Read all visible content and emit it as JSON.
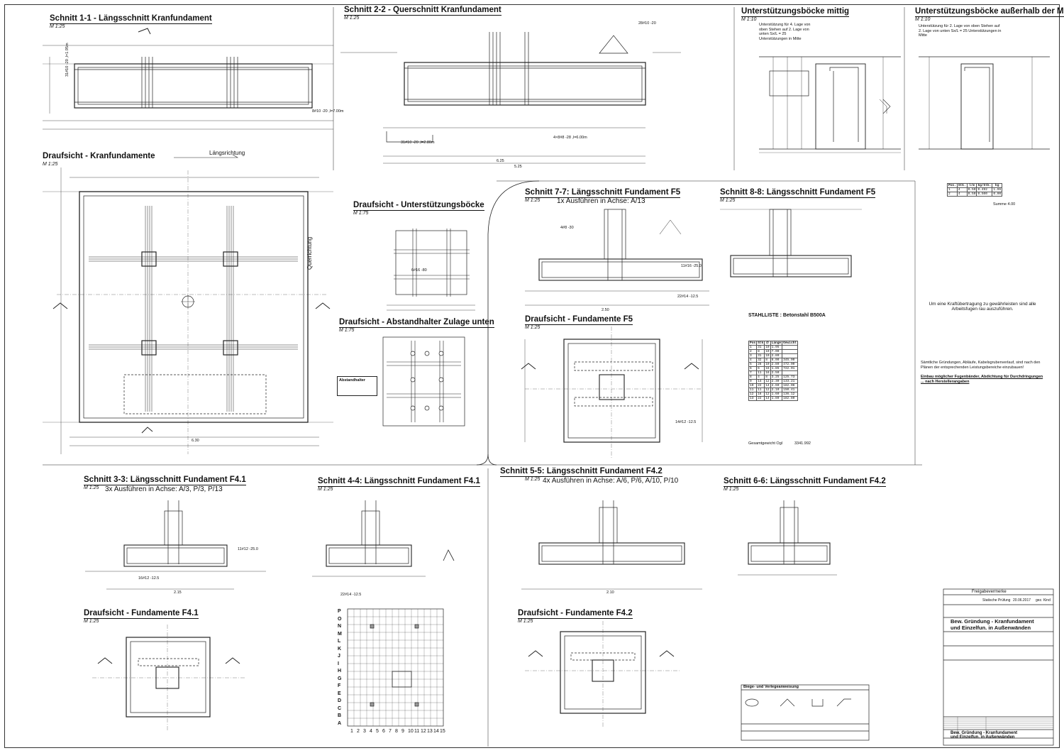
{
  "sections": {
    "s11": {
      "title": "Schnitt 1-1 - Längsschnitt Kranfundament",
      "scale": "M 1:25"
    },
    "s22": {
      "title": "Schnitt 2-2 - Querschnitt Kranfundament",
      "scale": "M 1:25"
    },
    "ub_mittig": {
      "title": "Unterstützungsböcke mittig",
      "scale": "M 1:10",
      "note": "Unterstützung für 4. Lage von oben Stehen auf 2. Lage von unten Sx/L = 25 Unterstützungen in Mitte"
    },
    "ub_ausserhalb": {
      "title": "Unterstützungsböcke außerhalb der Mitte",
      "scale": "M 1:10",
      "note": "Unterstützung für 2. Lage von oben Stehen auf 2. Lage von unten Sx/L = 25 Unterstützungen in Mitte"
    },
    "draufsicht_kran": {
      "title": "Draufsicht - Kranfundamente",
      "scale": "M 1:25",
      "laengsrichtung": "Längsrichtung",
      "querrichtung": "Querrichtung"
    },
    "draufsicht_ub": {
      "title": "Draufsicht - Unterstützungsböcke",
      "scale": "M 1:75"
    },
    "draufsicht_abst": {
      "title": "Draufsicht - Abstandhalter Zulage unten",
      "scale": "M 1:75"
    },
    "s77": {
      "title": "Schnitt 7-7: Längsschnitt Fundament F5",
      "scale": "M 1:25",
      "sub": "1x Ausführen in Achse:  A/13"
    },
    "s88": {
      "title": "Schnitt 8-8: Längsschnitt Fundament F5",
      "scale": "M 1:25"
    },
    "draufsicht_f5": {
      "title": "Draufsicht - Fundamente F5",
      "scale": "M 1:25"
    },
    "s33": {
      "title": "Schnitt 3-3: Längsschnitt Fundament F4.1",
      "scale": "M 1:25",
      "sub": "3x Ausführen in Achse:   A/3, P/3, P/13"
    },
    "s44": {
      "title": "Schnitt 4-4: Längsschnitt Fundament F4.1",
      "scale": "M 1:25"
    },
    "s55": {
      "title": "Schnitt 5-5: Längsschnitt Fundament F4.2",
      "scale": "M 1:25",
      "sub": "4x Ausführen in Achse:   A/6, P/6, A/10, P/10"
    },
    "s66": {
      "title": "Schnitt 6-6: Längsschnitt Fundament F4.2",
      "scale": "M 1:25"
    },
    "draufsicht_f41": {
      "title": "Draufsicht - Fundamente F4.1",
      "scale": "M 1:25"
    },
    "draufsicht_f42": {
      "title": "Draufsicht - Fundamente F4.2",
      "scale": "M 1:25"
    }
  },
  "labels": {
    "querrichtung_side": "Querrichtung",
    "stahlliste": "STAHLLISTE : Betonstahl B500A",
    "hinweis1": "Um eine Kraftübertragung zu gewährleisten sind alle Arbeitsfugen rau auszuführen.",
    "hinweis2": "Sämtliche Gründungen, Abläufe, Kabelsgrubenverlauf, sind nach den Plänen der entsprechenden Leistungsbereiche einzubauen!",
    "hinweis3": "Einbau möglicher Fugenbänder, Abdichtung für Durchdringungen ... nach Herstellerangaben",
    "biege": "Biege- und Verlegeanweisung",
    "abstandhalter": "Abstandhalter",
    "dim_625": "6.25",
    "dim_525": "5.25",
    "dim_630": "6.30",
    "dim_215": "2.15",
    "dim_210": "2.10",
    "dim_250": "2.50"
  },
  "positions": {
    "p1": "31#10 -20 ,l=1.95m",
    "p2": "8#10 -20 ,l=7.00m",
    "p3": "31#10 -20 ,l=2.80m",
    "p4": "4×8#8 -28 ,l=6.00m",
    "p5": "28#10 -20",
    "p6": "6#16 -80",
    "p7": "11#16 -25.0",
    "p8": "4#8 -30",
    "p9": "14#12 -12.5",
    "p10": "22#14 -12.5",
    "p11": "11#12 -25.0",
    "p12": "16#12 -12.5",
    "p13": "22#14 -12.5"
  },
  "axis_letters": [
    "P",
    "O",
    "N",
    "M",
    "L",
    "K",
    "J",
    "I",
    "H",
    "G",
    "F",
    "E",
    "D",
    "C",
    "B",
    "A"
  ],
  "axis_numbers": [
    "1",
    "2",
    "3",
    "4",
    "5",
    "6",
    "7",
    "8",
    "9",
    "10",
    "11",
    "12",
    "13",
    "14",
    "15"
  ],
  "titleblock": {
    "freigabe": "Freigabevermerke",
    "project1": "Bew. Gründung - Kranfundament",
    "project2": "und Einzelfun. in Außenwänden",
    "statik": "Statische Prüfung",
    "date": "20.06.2017",
    "gez": "gez. Kind"
  },
  "stahlliste": {
    "headers": [
      "Pos",
      "Stk",
      "∅",
      "Länge",
      "Gewicht"
    ],
    "rows": [
      [
        "1",
        "31",
        "10",
        "1.95",
        ""
      ],
      [
        "2",
        "8",
        "10",
        "7.00",
        ""
      ],
      [
        "3",
        "31",
        "10",
        "2.80",
        ""
      ],
      [
        "4",
        "32",
        "8",
        "6.00",
        "345.00"
      ],
      [
        "5",
        "28",
        "10",
        "2.80",
        "472.00"
      ],
      [
        "6",
        "6",
        "16",
        "1.85",
        "722.01"
      ],
      [
        "7",
        "11",
        "16",
        "2.50",
        ""
      ],
      [
        "8",
        "4",
        "8",
        "3.25",
        "125.73"
      ],
      [
        "9",
        "14",
        "12",
        "2.30",
        "133.21"
      ],
      [
        "10",
        "22",
        "14",
        "2.60",
        "182.06"
      ],
      [
        "11",
        "11",
        "12",
        "2.10",
        "150.41"
      ],
      [
        "12",
        "16",
        "12",
        "1.60",
        "136.12"
      ],
      [
        "13",
        "22",
        "14",
        "1.80",
        "182.80"
      ]
    ],
    "sum_label": "Gesamtgewicht Ogl",
    "sum_value": "3341.992"
  },
  "abstandhalter_table": {
    "headers": [
      "Pos.",
      "Stk.",
      "l/m",
      "kg/Stk.",
      "kg"
    ],
    "rows": [
      [
        "1",
        "4",
        "0.50",
        "0.492",
        "1.96"
      ],
      [
        "2",
        "4",
        "0.50",
        "0.500",
        "0.00"
      ]
    ],
    "sum": "Summe 4.00"
  }
}
